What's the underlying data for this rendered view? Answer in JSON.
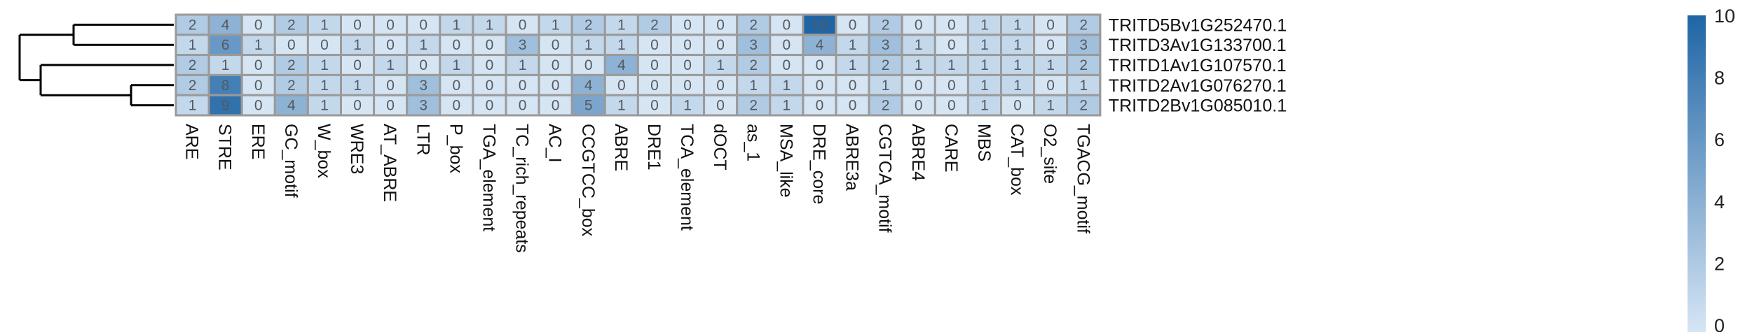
{
  "chart_data": {
    "type": "heatmap",
    "rows": [
      "TRITD5Bv1G252470.1",
      "TRITD3Av1G133700.1",
      "TRITD1Av1G107570.1",
      "TRITD2Av1G076270.1",
      "TRITD2Bv1G085010.1"
    ],
    "columns": [
      "ARE",
      "STRE",
      "ERE",
      "GC_motif",
      "W_box",
      "WRE3",
      "AT_ABRE",
      "LTR",
      "P_box",
      "TGA_element",
      "TC_rich_repeats",
      "AC_I",
      "CCGTCC_box",
      "ABRE",
      "DRE1",
      "TCA_element",
      "dOCT",
      "as_1",
      "MSA_like",
      "DRE_core",
      "ABRE3a",
      "CGTCA_motif",
      "ABRE4",
      "CARE",
      "MBS",
      "CAT_box",
      "O2_site",
      "TGACG_motif"
    ],
    "values": [
      [
        2,
        4,
        0,
        2,
        1,
        0,
        0,
        0,
        1,
        1,
        0,
        1,
        2,
        1,
        2,
        0,
        0,
        2,
        0,
        10,
        0,
        2,
        0,
        0,
        1,
        1,
        0,
        2
      ],
      [
        1,
        6,
        1,
        0,
        0,
        1,
        0,
        1,
        0,
        0,
        3,
        0,
        1,
        1,
        0,
        0,
        0,
        3,
        0,
        4,
        1,
        3,
        1,
        0,
        1,
        1,
        0,
        3
      ],
      [
        2,
        1,
        0,
        2,
        1,
        0,
        1,
        0,
        1,
        0,
        1,
        0,
        0,
        4,
        0,
        0,
        1,
        2,
        0,
        0,
        1,
        2,
        1,
        1,
        1,
        1,
        1,
        2
      ],
      [
        2,
        8,
        0,
        2,
        1,
        1,
        0,
        3,
        0,
        0,
        0,
        0,
        4,
        0,
        0,
        0,
        0,
        1,
        1,
        0,
        0,
        1,
        0,
        0,
        1,
        1,
        0,
        1
      ],
      [
        1,
        9,
        0,
        4,
        1,
        0,
        0,
        3,
        0,
        0,
        0,
        0,
        5,
        1,
        0,
        1,
        0,
        2,
        1,
        0,
        0,
        2,
        0,
        0,
        1,
        0,
        1,
        2
      ]
    ],
    "color_scale": {
      "min": 0,
      "max": 10,
      "low_color": "#d6e5f4",
      "high_color": "#1f65a5",
      "ticks": [
        0,
        2,
        4,
        6,
        8,
        10
      ]
    },
    "grid_color": "#9a9a9a",
    "dendrogram": "rows",
    "legend_placement": "right"
  }
}
